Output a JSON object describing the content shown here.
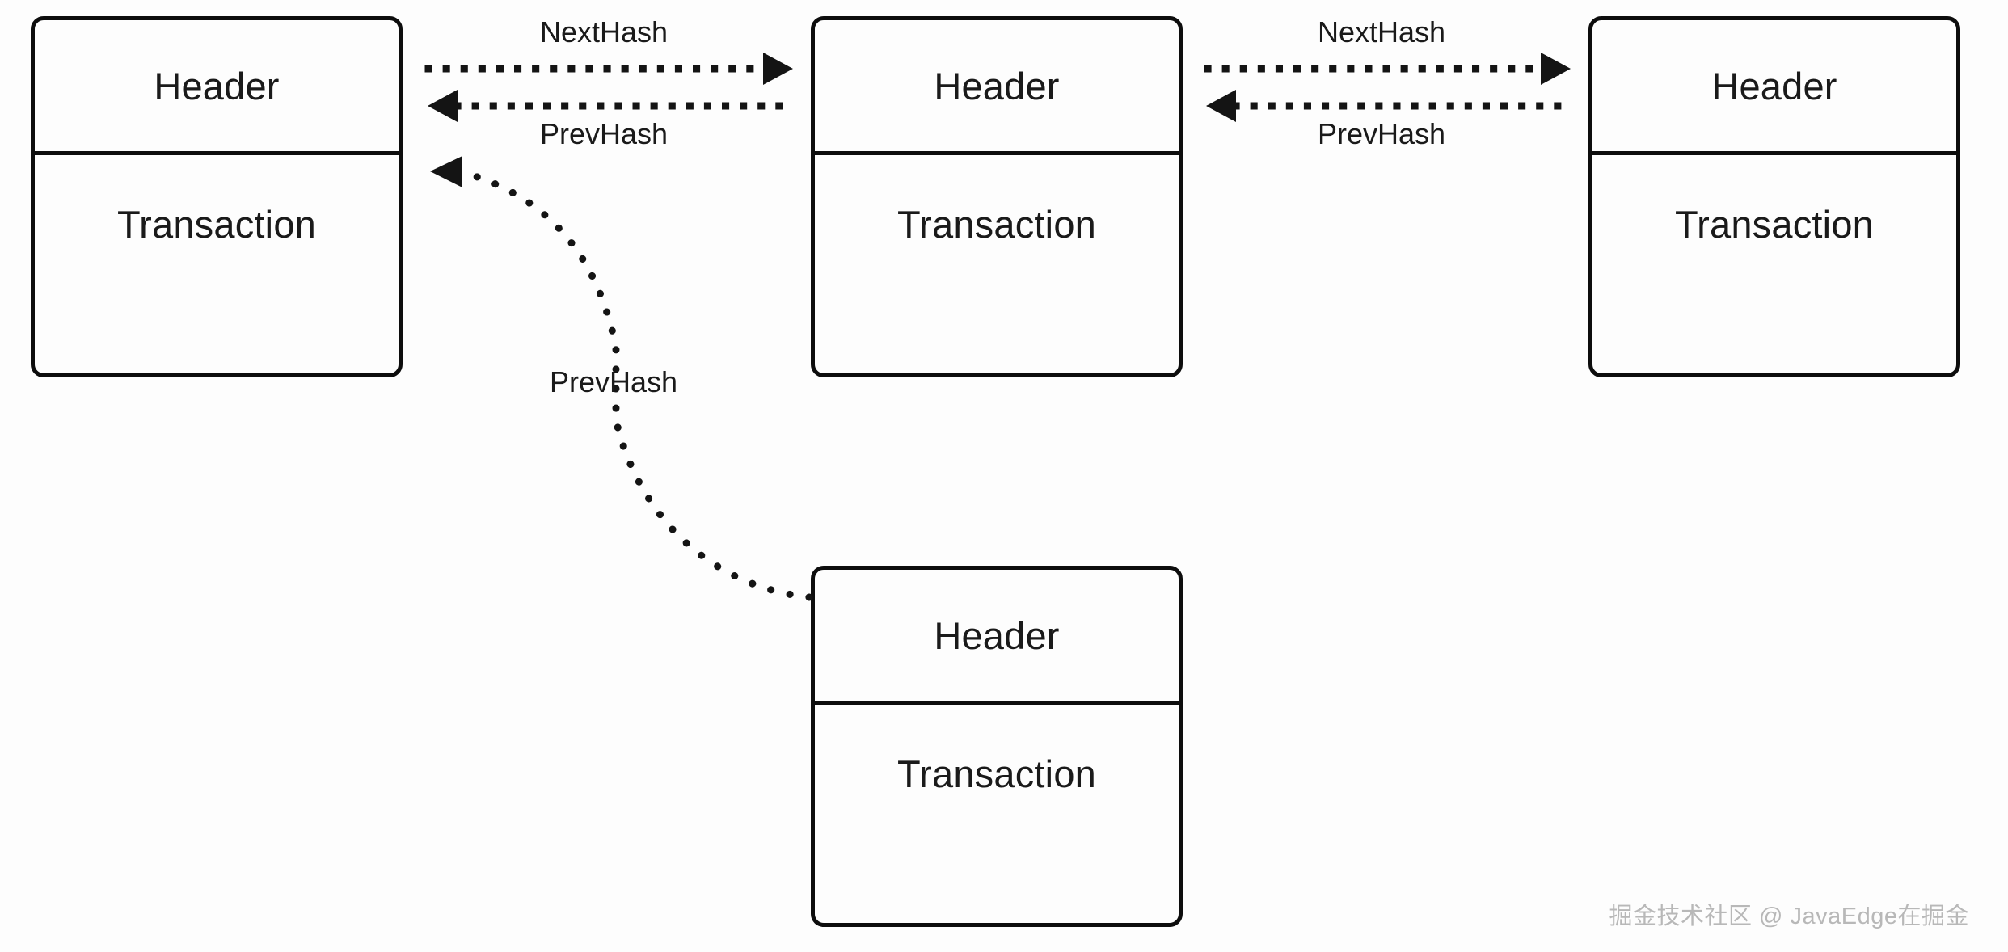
{
  "diagram": {
    "title": "Blockchain block linkage diagram",
    "background_color": "#fdfdfd",
    "stroke_color": "#0d0d0d",
    "text_color": "#1a1a1a",
    "blocks": [
      {
        "id": "block-1",
        "header_label": "Header",
        "body_label": "Transaction"
      },
      {
        "id": "block-2",
        "header_label": "Header",
        "body_label": "Transaction"
      },
      {
        "id": "block-3",
        "header_label": "Header",
        "body_label": "Transaction"
      },
      {
        "id": "block-4",
        "header_label": "Header",
        "body_label": "Transaction"
      }
    ],
    "connectors": [
      {
        "id": "conn-1-next",
        "label": "NextHash",
        "from": "block-1",
        "to": "block-2",
        "direction": "right",
        "style": "dotted-straight"
      },
      {
        "id": "conn-2-prev",
        "label": "PrevHash",
        "from": "block-2",
        "to": "block-1",
        "direction": "left",
        "style": "dotted-straight"
      },
      {
        "id": "conn-2-next",
        "label": "NextHash",
        "from": "block-2",
        "to": "block-3",
        "direction": "right",
        "style": "dotted-straight"
      },
      {
        "id": "conn-3-prev",
        "label": "PrevHash",
        "from": "block-3",
        "to": "block-2",
        "direction": "left",
        "style": "dotted-straight"
      },
      {
        "id": "conn-4-prev",
        "label": "PrevHash",
        "from": "block-4",
        "to": "block-1",
        "direction": "left-curved",
        "style": "dotted-curve"
      }
    ]
  },
  "watermark": {
    "text": "掘金技术社区 @ JavaEdge在掘金",
    "color": "#b8b8b8"
  }
}
